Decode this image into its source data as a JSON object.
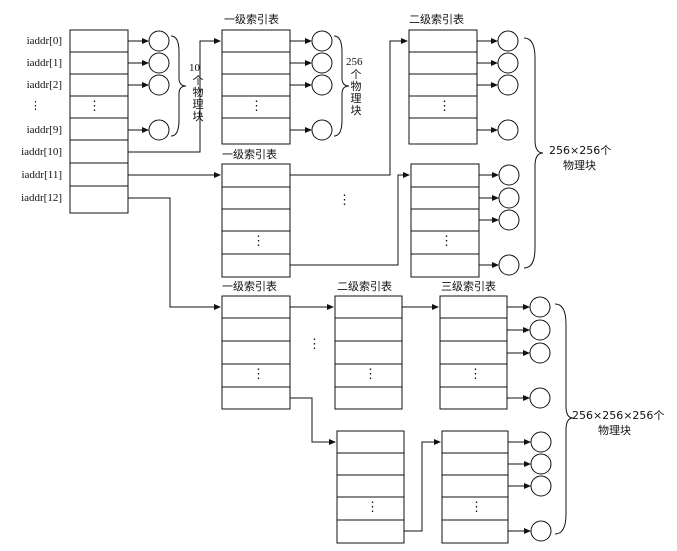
{
  "inode": {
    "labels": [
      "iaddr[0]",
      "iaddr[1]",
      "iaddr[2]",
      "⋮",
      "iaddr[9]",
      "iaddr[10]",
      "iaddr[11]",
      "iaddr[12]"
    ]
  },
  "captions": {
    "direct_count": "10",
    "direct_unit": "个物理块",
    "single_count": "256",
    "single_unit": "个物理块",
    "double_total": "256×256个",
    "double_unit": "物理块",
    "triple_total": "256×256×256个",
    "triple_unit": "物理块"
  },
  "tables": {
    "level1_single": "一级索引表",
    "level2_double": "二级索引表",
    "level1_double": "一级索引表",
    "level1_triple": "一级索引表",
    "level2_triple": "二级索引表",
    "level3_triple": "三级索引表"
  },
  "ellipsis": "⋮",
  "colors": {
    "line": "#111111",
    "background": "#ffffff"
  }
}
